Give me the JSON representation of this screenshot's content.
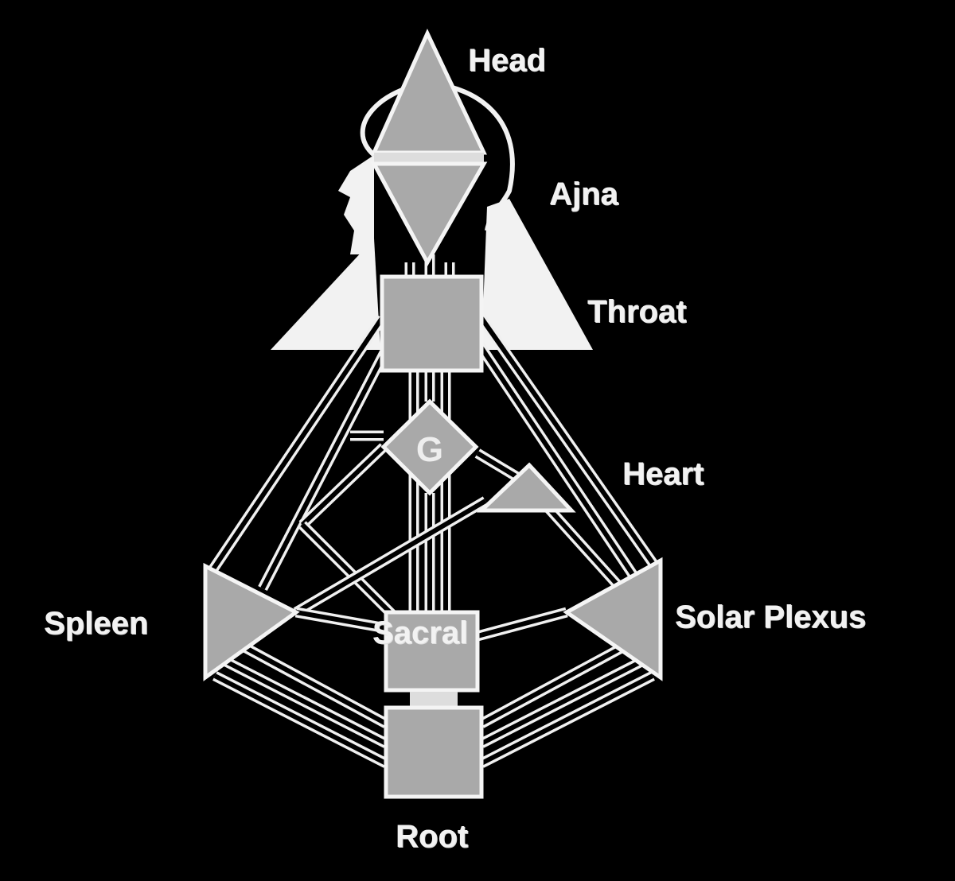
{
  "diagram": {
    "title": "Human Design Bodygraph",
    "centers": {
      "head": "Head",
      "ajna": "Ajna",
      "throat": "Throat",
      "heart": "Heart",
      "spleen": "Spleen",
      "sacral": "Sacral",
      "solar_plexus": "Solar Plexus",
      "root": "Root",
      "g": "G"
    },
    "colors": {
      "background": "#000000",
      "line": "#f0f0f0",
      "center_fill": "#a9a9a9"
    }
  }
}
